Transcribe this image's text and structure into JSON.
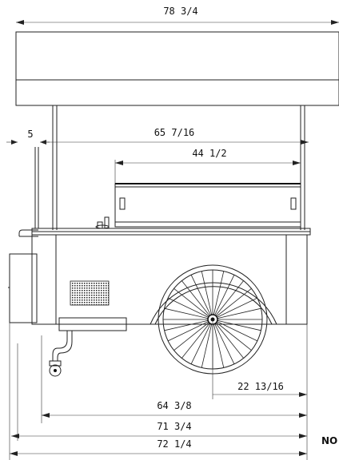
{
  "dimensions": {
    "canopy_width": "78 3/4",
    "side_offset": "5",
    "canopy_post_span": "65 7/16",
    "case_width": "44 1/2",
    "wheel_radius": "22 13/16",
    "base_width": "64 3/8",
    "cart_body_width": "71 3/4",
    "overall_width": "72 1/4"
  },
  "note_label": "NO"
}
